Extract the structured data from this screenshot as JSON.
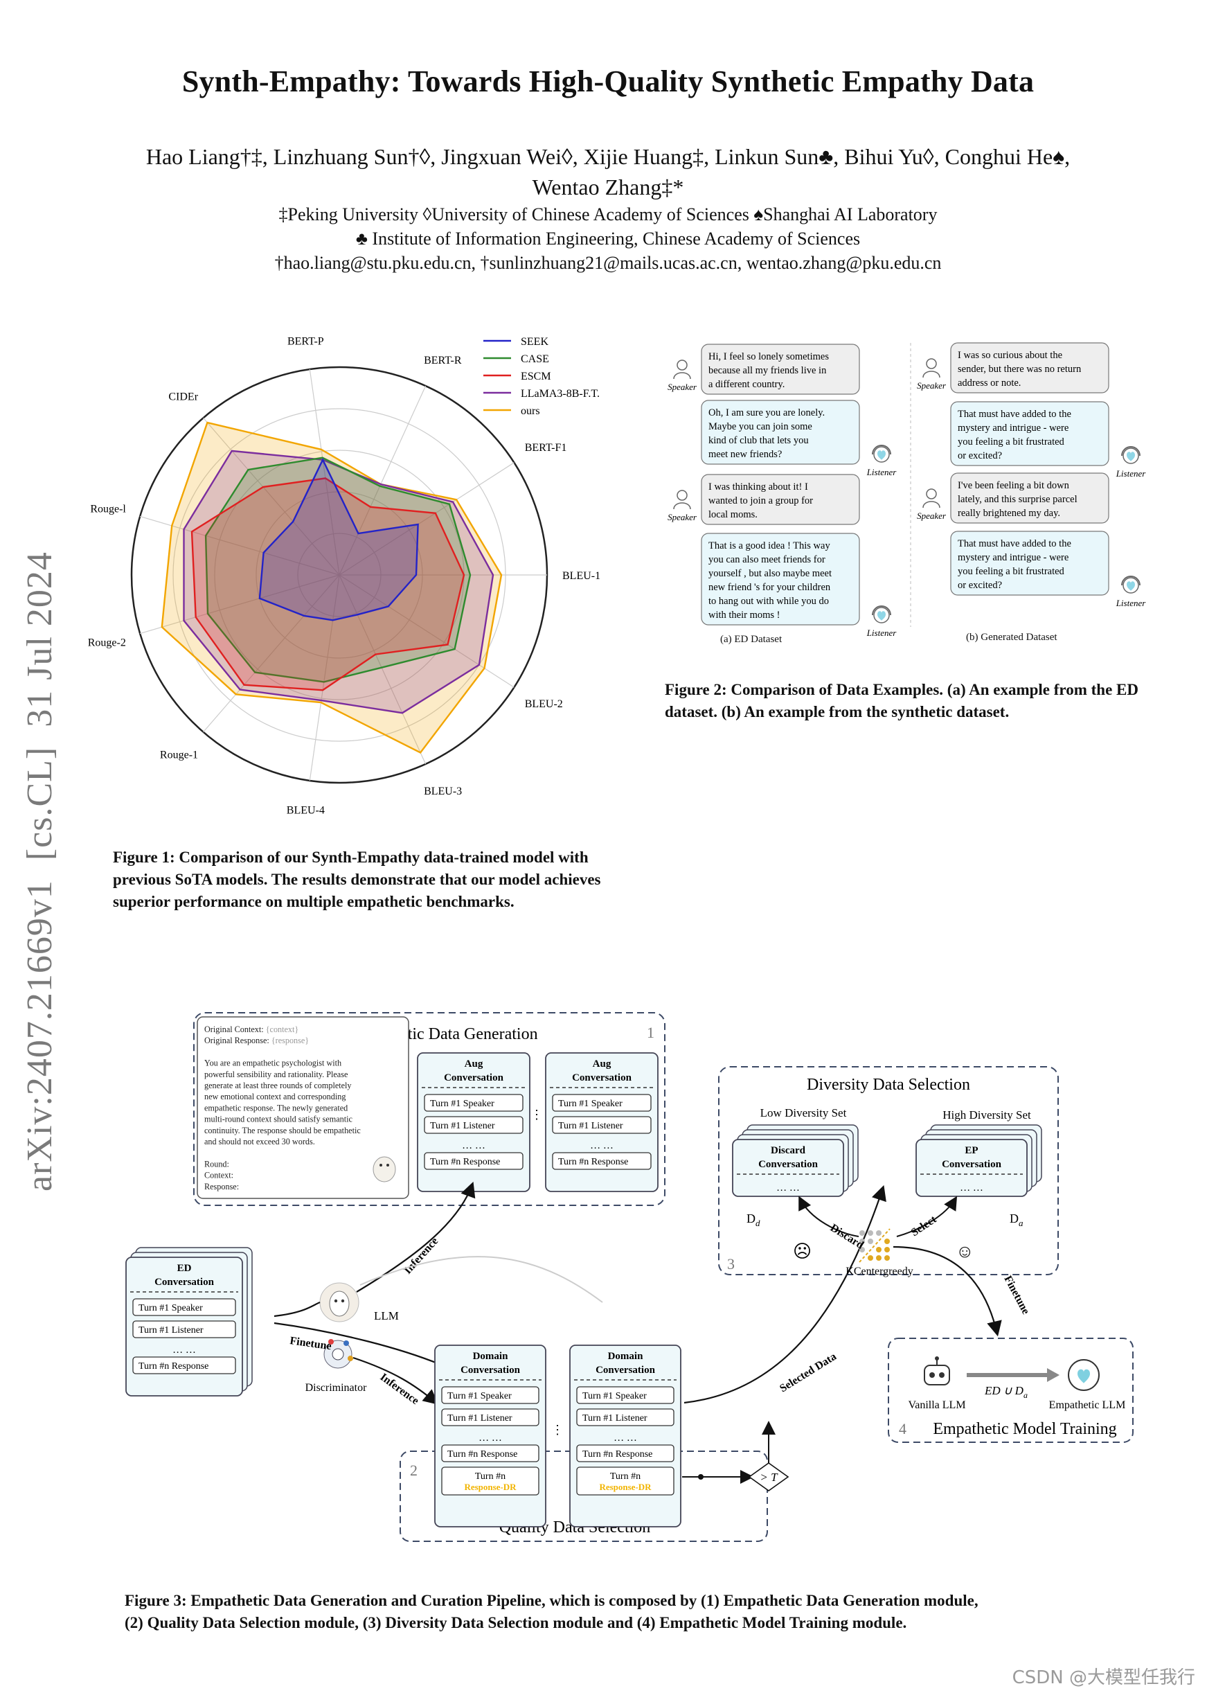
{
  "paper": {
    "title": "Synth-Empathy: Towards High-Quality Synthetic Empathy Data",
    "authors_line1": "Hao Liang†‡, Linzhuang Sun†◊, Jingxuan Wei◊, Xijie Huang‡, Linkun Sun♣, Bihui Yu◊, Conghui He♠,",
    "authors_line2": "Wentao Zhang‡*",
    "affiliation_line1": "‡Peking University ◊University of Chinese Academy of Sciences ♠Shanghai AI Laboratory",
    "affiliation_line2": "♣ Institute of Information Engineering, Chinese Academy of Sciences",
    "emails": "†hao.liang@stu.pku.edu.cn, †sunlinzhuang21@mails.ucas.ac.cn, wentao.zhang@pku.edu.cn",
    "arxiv_stamp": "arXiv:2407.21669v1  [cs.CL]  31 Jul 2024",
    "watermark": "CSDN @大模型任我行"
  },
  "figure1": {
    "caption": "Figure 1: Comparison of our Synth-Empathy data-trained model with previous SoTA models. The results demonstrate that our model achieves superior performance on multiple empathetic benchmarks.",
    "chart_data": {
      "type": "radar",
      "axes": [
        "BLEU-1",
        "BLEU-2",
        "BLEU-3",
        "BLEU-4",
        "Rouge-1",
        "Rouge-2",
        "Rouge-l",
        "CIDEr",
        "BERT-P",
        "BERT-R",
        "BERT-F1"
      ],
      "grid": true,
      "legend_position": "top-right",
      "series": [
        {
          "name": "SEEK",
          "color": "#2323c8",
          "values": [
            0.37,
            0.28,
            0.21,
            0.22,
            0.26,
            0.4,
            0.38,
            0.34,
            0.56,
            0.22,
            0.45
          ]
        },
        {
          "name": "CASE",
          "color": "#2e8b2e",
          "values": [
            0.63,
            0.66,
            0.49,
            0.52,
            0.62,
            0.66,
            0.67,
            0.67,
            0.57,
            0.47,
            0.63
          ]
        },
        {
          "name": "ESCM",
          "color": "#e02020",
          "values": [
            0.6,
            0.62,
            0.42,
            0.56,
            0.7,
            0.72,
            0.74,
            0.56,
            0.47,
            0.36,
            0.55
          ]
        },
        {
          "name": "LLaMA3-8B-F.T.",
          "color": "#7b2d9e",
          "values": [
            0.74,
            0.8,
            0.73,
            0.61,
            0.73,
            0.78,
            0.78,
            0.79,
            0.56,
            0.48,
            0.65
          ]
        },
        {
          "name": "ours",
          "color": "#f2a500",
          "values": [
            0.78,
            0.83,
            0.94,
            0.62,
            0.76,
            0.89,
            0.84,
            0.97,
            0.61,
            0.48,
            0.67
          ]
        }
      ]
    }
  },
  "figure2": {
    "caption": "Figure 2: Comparison of Data Examples. (a) An example from the ED dataset. (b) An example from the synthetic dataset.",
    "speaker_label": "Speaker",
    "listener_label": "Listener",
    "ed_title": "(a) ED Dataset",
    "gen_title": "(b) Generated Dataset",
    "ed_bubbles": [
      [
        "Hi, I feel so lonely sometimes",
        "because all my friends live in",
        "a different country."
      ],
      [
        "Oh, I am sure you are lonely.",
        "Maybe you can join some",
        "kind of club that lets you",
        "meet new friends?"
      ],
      [
        "I was thinking about it! I",
        "wanted to join a group for",
        "local moms."
      ],
      [
        "That is a good idea ! This way",
        "you can also meet friends for",
        "yourself , but also maybe meet",
        "new friend 's for your children",
        "to hang out with while you do",
        "with their moms !"
      ]
    ],
    "gen_bubbles": [
      [
        "I was so curious about the",
        "sender, but there was no return",
        "address or note."
      ],
      [
        "That must have added to the",
        "mystery and intrigue - were",
        "you feeling a bit frustrated",
        "or excited?"
      ],
      [
        "I've been feeling a bit down",
        "lately, and this surprise parcel",
        "really brightened my day."
      ],
      [
        "That must have added to the",
        "mystery and intrigue - were",
        "you feeling a bit frustrated",
        "or excited?"
      ]
    ]
  },
  "figure3": {
    "caption_line1": "Figure 3: Empathetic Data Generation and Curation Pipeline, which is composed by (1) Empathetic Data Generation module,",
    "caption_line2": "(2) Quality Data Selection module, (3) Diversity Data Selection module and (4) Empathetic Model Training module.",
    "module1_title": "Empathetic Data Generation",
    "module1_num": "1",
    "module2_title": "Quality Data Selection",
    "module2_num": "2",
    "module3_title": "Diversity Data Selection",
    "module3_num": "3",
    "module4_title": "Empathetic Model Training",
    "module4_num": "4",
    "prompt_lines": [
      "Original Context: {context}",
      "Original Response: {response}",
      "",
      "You are an empathetic psychologist with",
      "powerful sensibility and rationality. Please",
      "generate at least three rounds of completely",
      "new emotional context and corresponding",
      "empathetic response. The newly generated",
      "multi-round context should satisfy semantic",
      "continuity. The response should be empathetic",
      "and should not exceed 30 words.",
      "",
      "Round:",
      "Context:",
      "Response:"
    ],
    "aug_header": "Aug Conversation",
    "ed_header": "ED Conversation",
    "domain_header": "Domain Conversation",
    "discard_header": "Discard Conversation",
    "ep_header": "EP Conversation",
    "turn1_speaker": "Turn #1 Speaker",
    "turn1_listener": "Turn #1 Listener",
    "dots": "… …",
    "turn_n_response": "Turn #n Response",
    "turn_n": "Turn #n",
    "response_dr": "Response-DR",
    "llm": "LLM",
    "discriminator": "Discriminator",
    "inference": "Inference",
    "finetune": "Finetune",
    "low_div": "Low Diversity Set",
    "high_div": "High Diversity Set",
    "dd": "D",
    "dd_sub": "d",
    "da_sub": "a",
    "discard": "Discard",
    "select": "Select",
    "kcenter": "KCentergreedy",
    "selected_data": "Selected Data",
    "threshold": "> T",
    "vanilla_llm": "Vanilla LLM",
    "empathetic_llm": "Empathetic LLM",
    "union": "ED ∪ D",
    "accent": "#f2b400"
  }
}
